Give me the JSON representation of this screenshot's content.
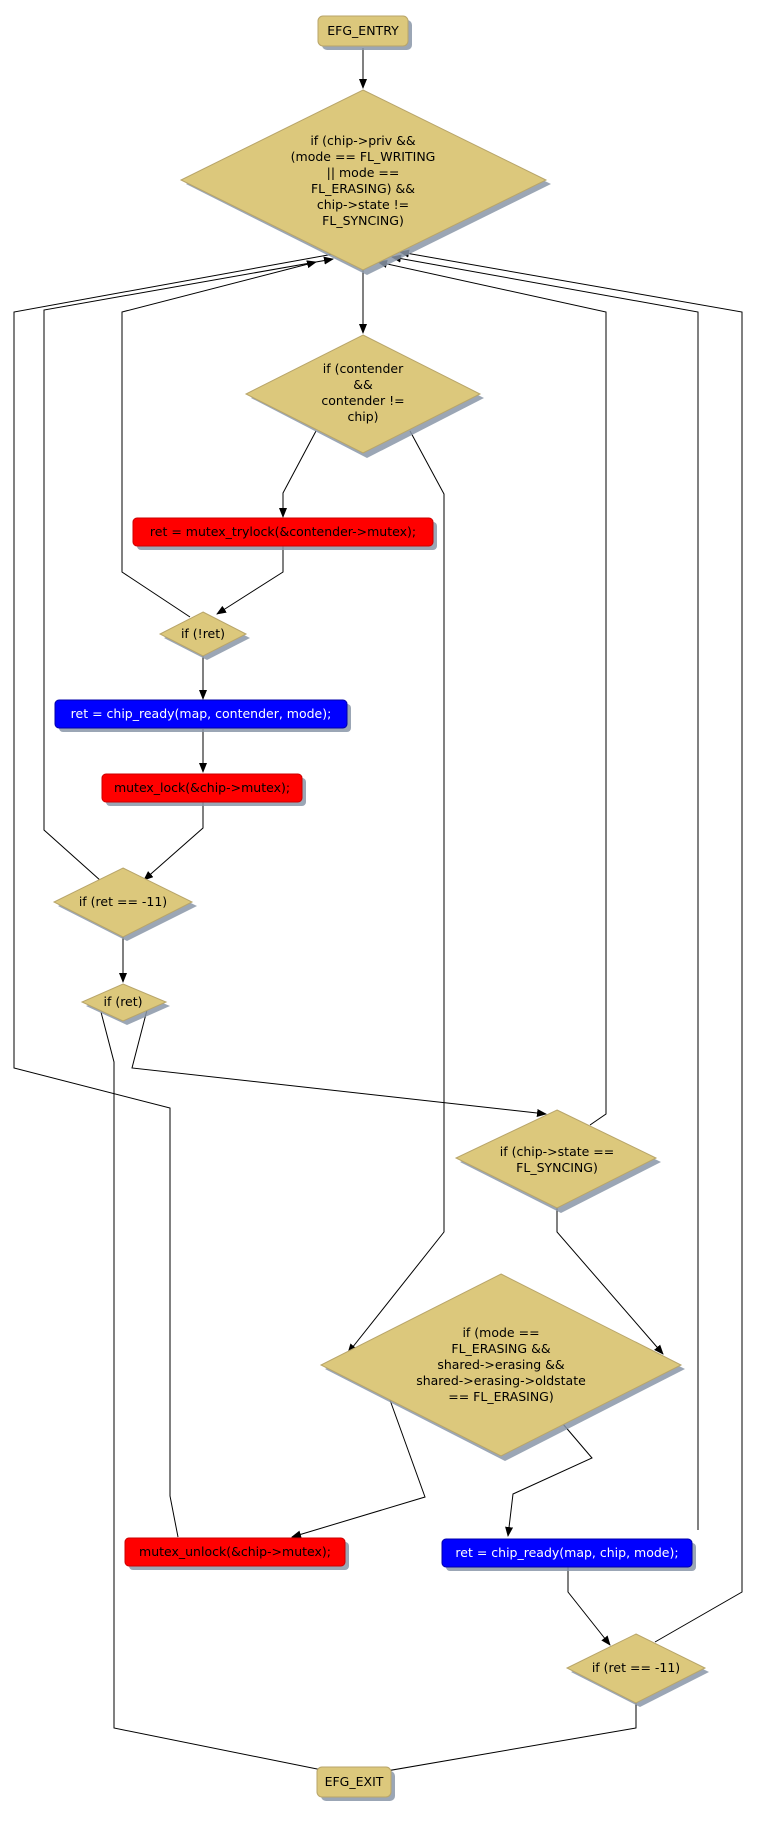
{
  "diagram": {
    "type": "control-flow-graph",
    "colors": {
      "condition": "#dcc87c",
      "lock_op": "#ff0000",
      "call_op": "#0000ff",
      "terminal": "#dcc87c",
      "edge": "#000000",
      "shadow": "#8a96a8"
    },
    "nodes": {
      "entry": "EFG_ENTRY",
      "cond_priv": [
        "if (chip->priv &&",
        "(mode == FL_WRITING",
        "|| mode ==",
        "FL_ERASING) &&",
        "chip->state !=",
        "FL_SYNCING)"
      ],
      "cond_contender": [
        "if (contender",
        "&&",
        "contender !=",
        "chip)"
      ],
      "trylock": "ret = mutex_trylock(&contender->mutex);",
      "cond_not_ret": "if (!ret)",
      "chip_ready_contender": "ret = chip_ready(map, contender, mode);",
      "mutex_lock": "mutex_lock(&chip->mutex);",
      "cond_ret_eagain_1": "if (ret == -11)",
      "cond_ret": "if (ret)",
      "cond_syncing": [
        "if (chip->state ==",
        "FL_SYNCING)"
      ],
      "cond_erasing": [
        "if (mode ==",
        "FL_ERASING &&",
        "shared->erasing &&",
        "shared->erasing->oldstate",
        "== FL_ERASING)"
      ],
      "mutex_unlock": "mutex_unlock(&chip->mutex);",
      "chip_ready_chip": "ret = chip_ready(map, chip, mode);",
      "cond_ret_eagain_2": "if (ret == -11)",
      "exit": "EFG_EXIT"
    }
  }
}
